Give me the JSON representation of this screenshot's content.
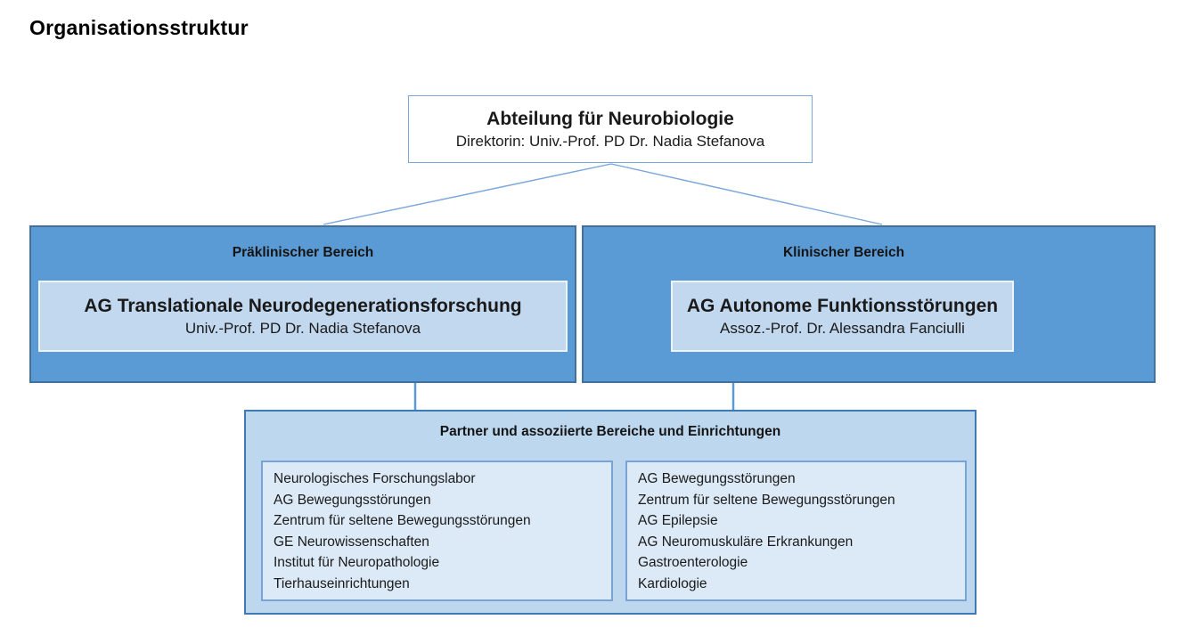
{
  "page": {
    "title": "Organisationsstruktur"
  },
  "colors": {
    "branch_fill": "#5b9bd5",
    "branch_border": "#41719c",
    "inner_group_fill": "#c2d8ee",
    "inner_group_border": "#eff4fb",
    "partner_fill": "#bdd7ee",
    "partner_border": "#3e7ab6",
    "list_fill": "#dce9f6",
    "list_border": "#79a3d4",
    "root_border": "#7aa6da",
    "connector": "#7aa6da",
    "text": "#1a1a1a"
  },
  "org_chart": {
    "root": {
      "title": "Abteilung für Neurobiologie",
      "subtitle": "Direktorin: Univ.-Prof. PD Dr. Nadia Stefanova"
    },
    "branches": [
      {
        "header": "Präklinischer Bereich",
        "group_title": "AG Translationale Neurodegenerationsforschung",
        "group_lead": "Univ.-Prof. PD Dr. Nadia Stefanova"
      },
      {
        "header": "Klinischer Bereich",
        "group_title": "AG Autonome Funktionsstörungen",
        "group_lead": "Assoz.-Prof. Dr. Alessandra Fanciulli"
      }
    ],
    "partners": {
      "header": "Partner und assoziierte Bereiche und Einrichtungen",
      "left_items": [
        "Neurologisches Forschungslabor",
        "AG Bewegungsstörungen",
        "Zentrum für seltene Bewegungsstörungen",
        "GE Neurowissenschaften",
        "Institut für Neuropathologie",
        "Tierhauseinrichtungen"
      ],
      "right_items": [
        "AG Bewegungsstörungen",
        "Zentrum für seltene Bewegungsstörungen",
        "AG Epilepsie",
        "AG Neuromuskuläre Erkrankungen",
        "Gastroenterologie",
        "Kardiologie"
      ]
    }
  }
}
